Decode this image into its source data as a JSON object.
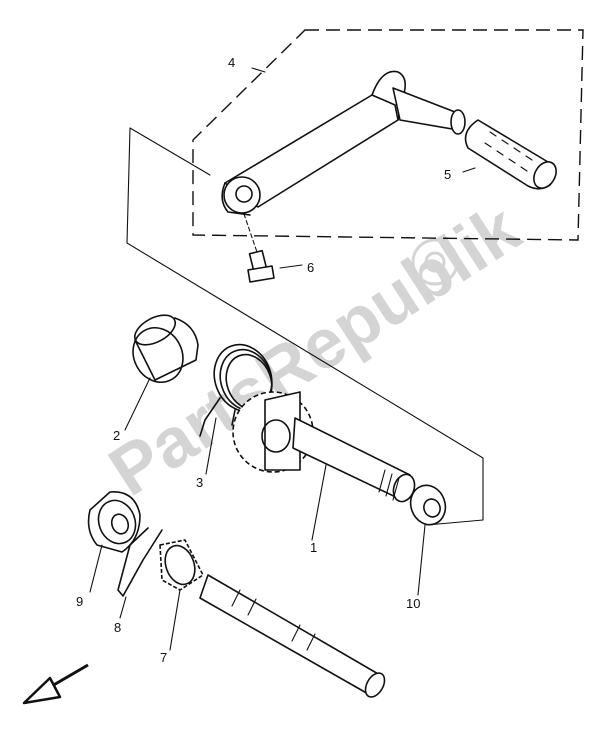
{
  "watermark": "PartsRepublik",
  "parts": [
    {
      "number": "1",
      "name": "kick-axle"
    },
    {
      "number": "2",
      "name": "spacer"
    },
    {
      "number": "3",
      "name": "torsion-spring"
    },
    {
      "number": "4",
      "name": "kick-crank-assembly"
    },
    {
      "number": "5",
      "name": "kick-grip"
    },
    {
      "number": "6",
      "name": "bolt"
    },
    {
      "number": "7",
      "name": "kick-gear"
    },
    {
      "number": "8",
      "name": "clip"
    },
    {
      "number": "9",
      "name": "ratchet"
    },
    {
      "number": "10",
      "name": "washer"
    }
  ],
  "icons": {
    "gear": "gear-icon",
    "arrow": "front-direction-arrow-icon"
  }
}
